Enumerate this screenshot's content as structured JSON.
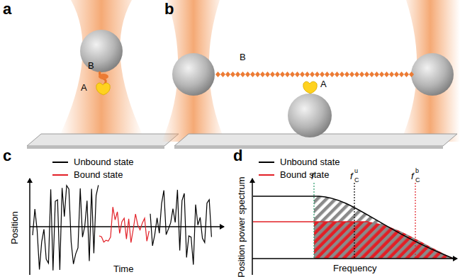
{
  "diagram": {
    "labels": [
      "a",
      "B",
      "A",
      "b",
      "B",
      "A",
      "c",
      "Position",
      "Time",
      "d",
      "Position power spectrum",
      "Frequency",
      "f",
      "f",
      "C",
      "u",
      "f",
      "C",
      "b"
    ],
    "legend": [
      {
        "text": "Unbound state",
        "color": "#000000"
      },
      {
        "text": "Bound state",
        "color": "#e21f26"
      },
      {
        "text": "Unbound state",
        "color": "#000000"
      },
      {
        "text": "Bound state",
        "color": "#e21f26"
      }
    ]
  }
}
